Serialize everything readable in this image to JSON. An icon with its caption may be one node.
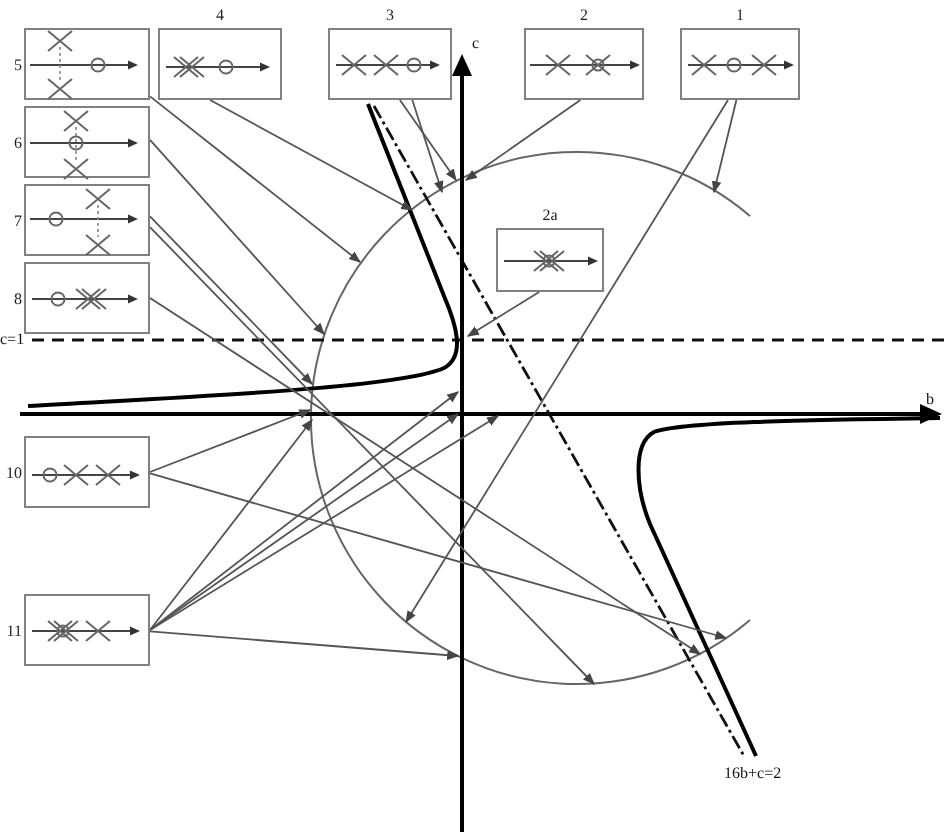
{
  "diagram": {
    "nodes": [
      {
        "text": [
          "5"
        ]
      },
      {
        "text": [
          "4"
        ]
      },
      {
        "text": [
          "3"
        ]
      },
      {
        "text": [
          "2"
        ]
      },
      {
        "text": [
          "1"
        ]
      },
      {
        "text": [
          "6"
        ]
      },
      {
        "text": [
          "7"
        ]
      },
      {
        "text": [
          "2a"
        ]
      },
      {
        "text": [
          "8"
        ]
      },
      {
        "text": [
          "10"
        ]
      },
      {
        "text": [
          "11"
        ]
      }
    ],
    "edges": [
      {
        "from": 4,
        "to": null,
        "arrow": "to"
      },
      {
        "from": 4,
        "to": null,
        "arrow": "to"
      },
      {
        "from": 3,
        "to": null,
        "arrow": "to"
      },
      {
        "from": 7,
        "to": null,
        "arrow": "to"
      },
      {
        "from": 2,
        "to": null,
        "arrow": "to"
      },
      {
        "from": 2,
        "to": null,
        "arrow": "to"
      },
      {
        "from": 1,
        "to": null,
        "arrow": "to"
      },
      {
        "from": 0,
        "to": null,
        "arrow": "to"
      },
      {
        "from": 5,
        "to": null,
        "arrow": "to"
      },
      {
        "from": 6,
        "to": null,
        "arrow": "to"
      },
      {
        "from": 6,
        "to": null,
        "arrow": "to"
      },
      {
        "from": 8,
        "to": null,
        "arrow": "to"
      },
      {
        "from": 9,
        "to": null,
        "arrow": "to"
      },
      {
        "from": 9,
        "to": null,
        "arrow": "to"
      },
      {
        "from": 10,
        "to": null,
        "arrow": "to"
      },
      {
        "from": 10,
        "to": null,
        "arrow": "to"
      },
      {
        "from": 10,
        "to": null,
        "arrow": "to"
      },
      {
        "from": 10,
        "to": null,
        "arrow": "to"
      },
      {
        "from": 10,
        "to": null,
        "arrow": "to"
      }
    ],
    "labels": [
      "c",
      "c=1",
      "b",
      "16b+c=2"
    ]
  }
}
